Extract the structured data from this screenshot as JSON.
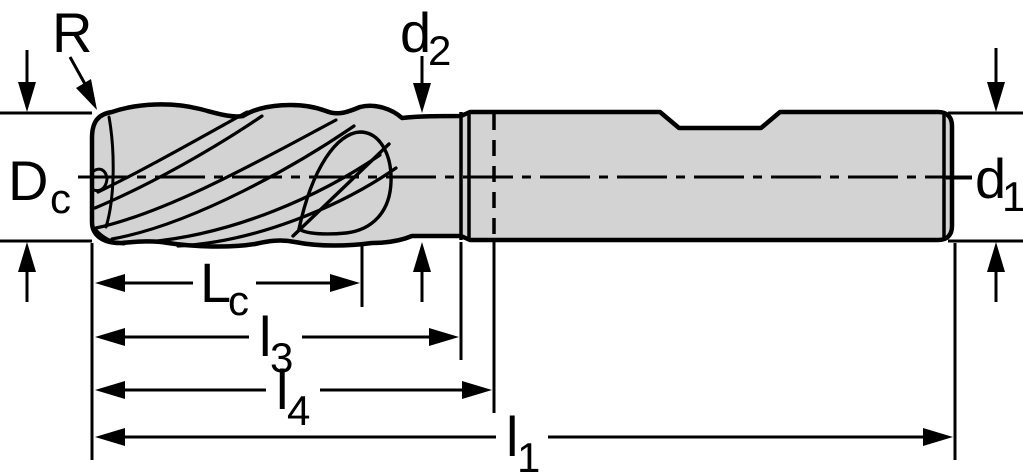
{
  "diagram": {
    "type": "technical-drawing",
    "subject": "solid-end-mill-dimension-drawing",
    "colors": {
      "background": "#ffffff",
      "line": "#000000",
      "body_fill": "#d3d3d3"
    },
    "labels": {
      "corner_radius": "R",
      "cutting_diameter": {
        "main": "D",
        "sub": "c"
      },
      "neck_diameter": {
        "main": "d",
        "sub": "2"
      },
      "shank_diameter": {
        "main": "d",
        "sub": "1"
      },
      "cutting_length": {
        "main": "L",
        "sub": "c"
      },
      "length_l3": {
        "main": "l",
        "sub": "3"
      },
      "length_l4": {
        "main": "l",
        "sub": "4"
      },
      "overall_length": {
        "main": "l",
        "sub": "1"
      }
    }
  }
}
